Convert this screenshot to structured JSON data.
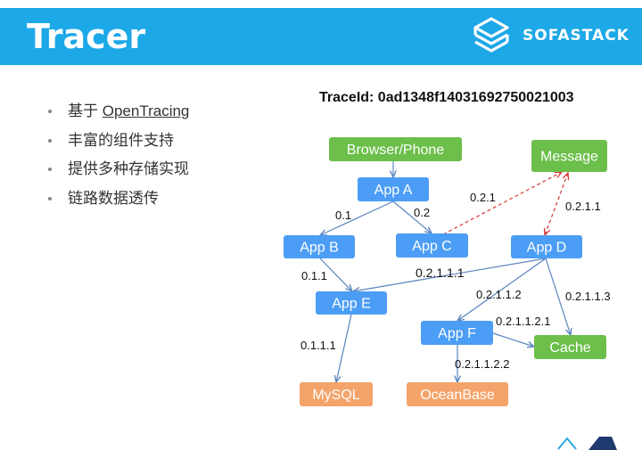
{
  "header": {
    "title": "Tracer",
    "logo_text": "SOFASTACK"
  },
  "bullets": [
    {
      "prefix": "基于 ",
      "link": "OpenTracing"
    },
    {
      "prefix": "丰富的组件支持",
      "link": ""
    },
    {
      "prefix": "提供多种存储实现",
      "link": ""
    },
    {
      "prefix": "链路数据透传",
      "link": ""
    }
  ],
  "diagram": {
    "trace_id": "TraceId: 0ad1348f14031692750021003",
    "colors": {
      "green": "#6cbf4a",
      "blue": "#4c9df5",
      "orange": "#f4a46a",
      "edge": "#5a84c0",
      "dashed": "#d43a3a"
    },
    "nodes": [
      {
        "id": "browser",
        "label": "Browser/Phone",
        "color": "green"
      },
      {
        "id": "message",
        "label": "Message",
        "color": "green"
      },
      {
        "id": "appA",
        "label": "App A",
        "color": "blue"
      },
      {
        "id": "appB",
        "label": "App B",
        "color": "blue"
      },
      {
        "id": "appC",
        "label": "App C",
        "color": "blue"
      },
      {
        "id": "appD",
        "label": "App D",
        "color": "blue"
      },
      {
        "id": "appE",
        "label": "App E",
        "color": "blue"
      },
      {
        "id": "appF",
        "label": "App F",
        "color": "blue"
      },
      {
        "id": "cache",
        "label": "Cache",
        "color": "green"
      },
      {
        "id": "mysql",
        "label": "MySQL",
        "color": "orange"
      },
      {
        "id": "oceanbase",
        "label": "OceanBase",
        "color": "orange"
      }
    ],
    "edges": [
      {
        "from": "browser",
        "to": "appA",
        "label": "",
        "style": "solid"
      },
      {
        "from": "appA",
        "to": "appB",
        "label": "0.1",
        "style": "solid"
      },
      {
        "from": "appA",
        "to": "appC",
        "label": "0.2",
        "style": "solid"
      },
      {
        "from": "appC",
        "to": "message",
        "label": "0.2.1",
        "style": "dashed"
      },
      {
        "from": "message",
        "to": "appD",
        "label": "0.2.1.1",
        "style": "dashed"
      },
      {
        "from": "appB",
        "to": "appE",
        "label": "0.1.1",
        "style": "solid"
      },
      {
        "from": "appD",
        "to": "appE",
        "label": "0.2.1.1.1",
        "style": "solid"
      },
      {
        "from": "appD",
        "to": "appF",
        "label": "0.2.1.1.2",
        "style": "solid"
      },
      {
        "from": "appD",
        "to": "cache",
        "label": "0.2.1.1.3",
        "style": "solid"
      },
      {
        "from": "appF",
        "to": "cache",
        "label": "0.2.1.1.2.1",
        "style": "solid"
      },
      {
        "from": "appF",
        "to": "oceanbase",
        "label": "0.2.1.1.2.2",
        "style": "solid"
      },
      {
        "from": "appE",
        "to": "mysql",
        "label": "0.1.1.1",
        "style": "solid"
      }
    ]
  }
}
